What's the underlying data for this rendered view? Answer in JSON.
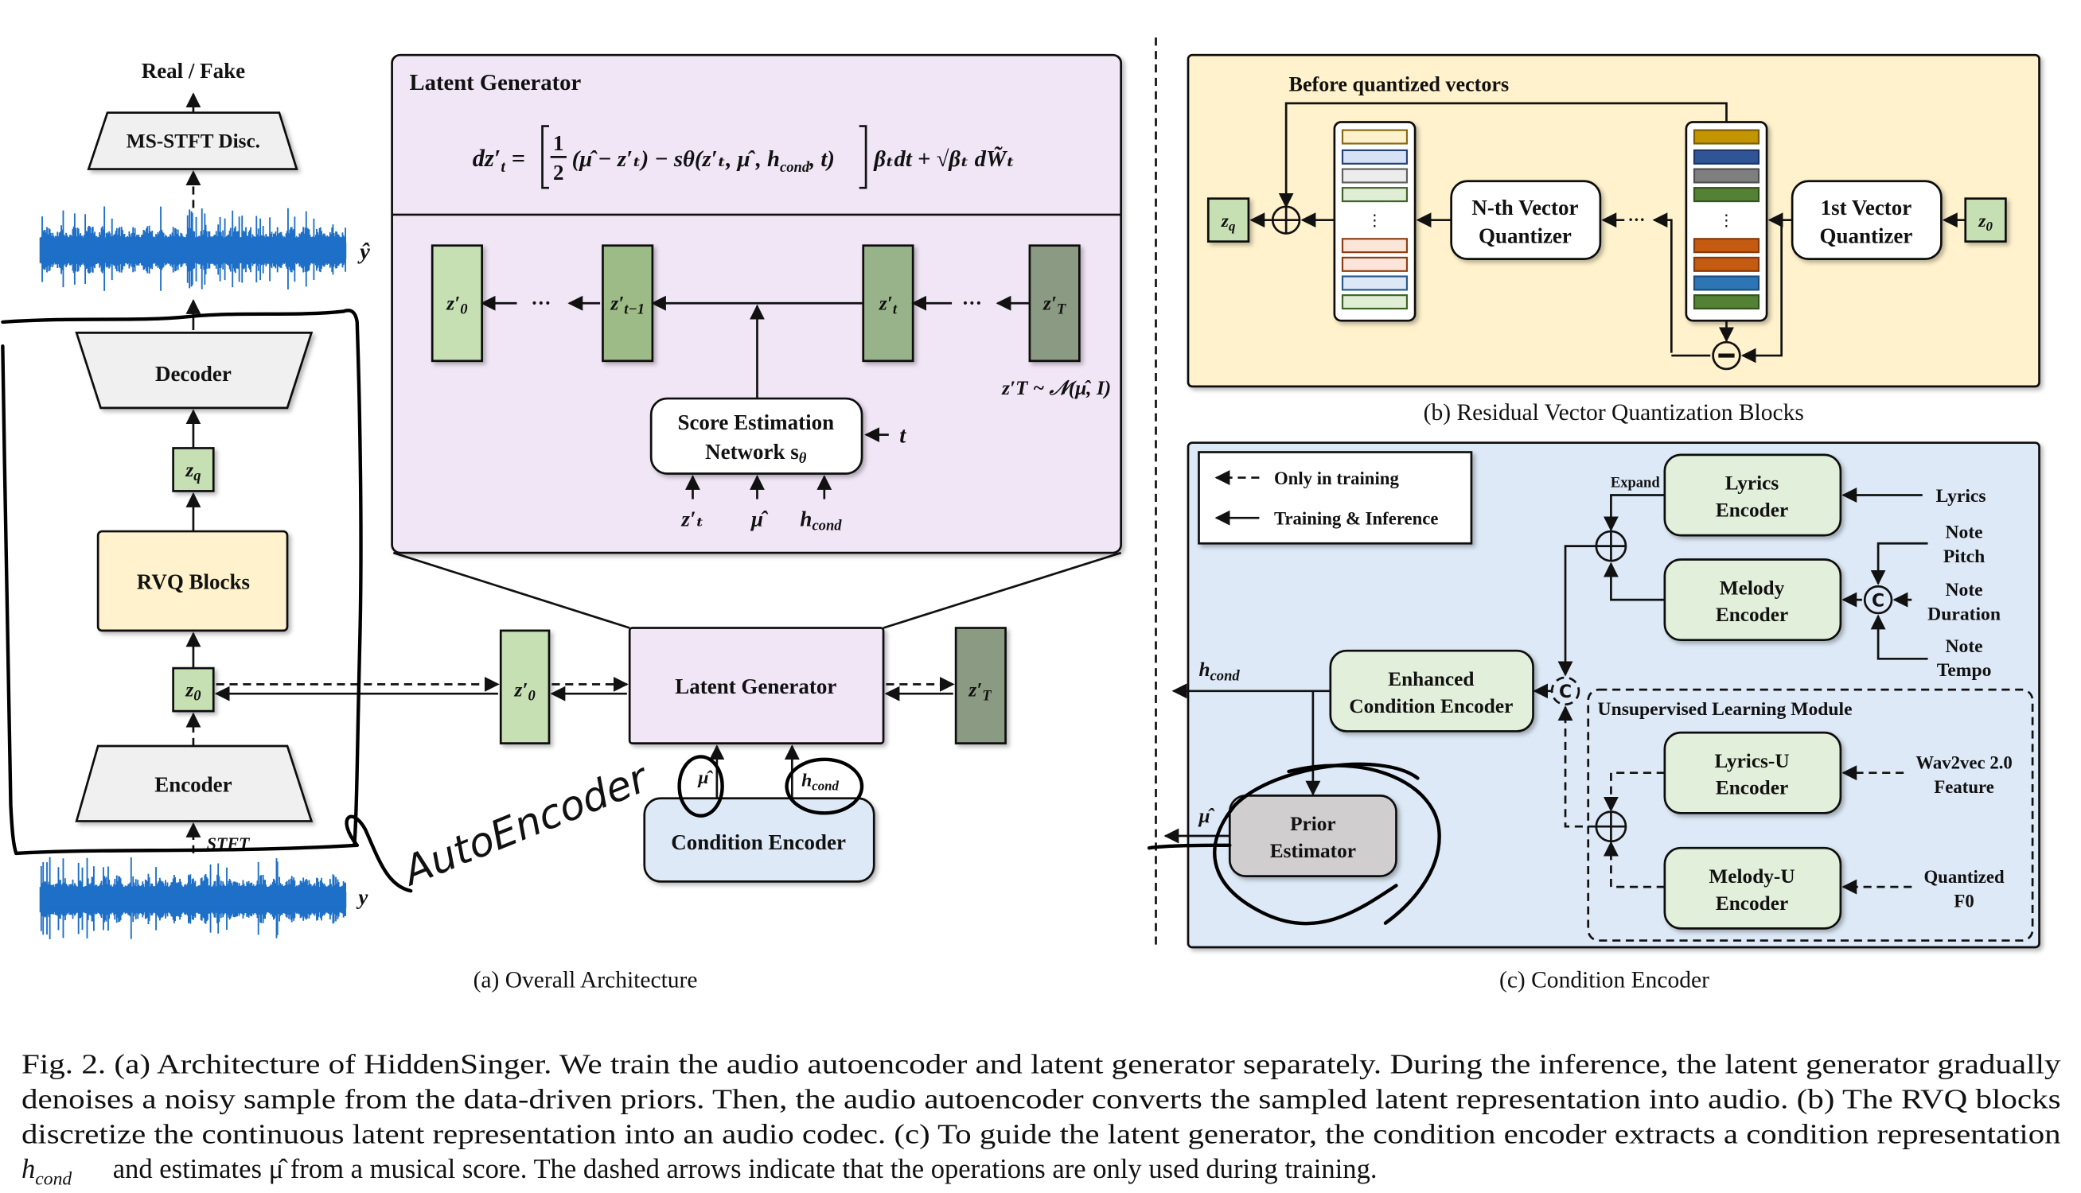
{
  "figure": {
    "panel_a": {
      "caption": "(a) Overall Architecture",
      "real_fake": "Real / Fake",
      "disc_label": "MS-STFT Disc.",
      "decoder_label": "Decoder",
      "rvq_label": "RVQ Blocks",
      "encoder_label": "Encoder",
      "stft_label": "STFT",
      "y_hat": "ŷ",
      "y": "y",
      "zq": "z",
      "zq_sub": "q",
      "z0": "z",
      "z0_sub": "0",
      "z0p": "z′",
      "z0p_sub": "0",
      "zTp": "z′",
      "zTp_sub": "T",
      "latent_gen_small": "Latent Generator",
      "cond_enc_label": "Condition Encoder",
      "mu_hat": "μ̂",
      "hcond": "h",
      "hcond_sub": "cond",
      "handwritten_note": "AutoEncoder",
      "latent_generator_panel": {
        "title": "Latent Generator",
        "equation": "dz′ₜ = [ ½(μ̂ − z′ₜ) − sθ(z′ₜ, μ̂, h_cond, t) ] βₜdt + √βₜ dW̃ₜ",
        "eq_lhs": "dz′",
        "eq_lhs_sub": "t",
        "eq_body": "(μ̂ − z′ₜ) − sθ(z′ₜ, μ̂ , h",
        "eq_cond": "cond",
        "eq_tail": ", t)",
        "eq_rhs": "βₜdt + √βₜ dW̃ₜ",
        "chain": [
          {
            "label": "z′",
            "sub": "0",
            "color": "#c6e0b4"
          },
          {
            "label": "z′",
            "sub": "t−1",
            "color": "#9dbb86"
          },
          {
            "label": "z′",
            "sub": "t",
            "color": "#98b389"
          },
          {
            "label": "z′",
            "sub": "T",
            "color": "#8b9a82"
          }
        ],
        "ellipsis": "···",
        "prior_note": "z′T ~ 𝒩(μ̂, I)",
        "score_net_line1": "Score Estimation",
        "score_net_line2": "Network s",
        "score_net_sub": "θ",
        "t_input": "t",
        "inputs": [
          "z′ₜ",
          "μ̂",
          "h"
        ],
        "inputs_cond_sub": "cond"
      }
    },
    "panel_b": {
      "caption": "(b) Residual Vector Quantization Blocks",
      "before_label": "Before quantized vectors",
      "nth_vq_line1": "N-th Vector",
      "nth_vq_line2": "Quantizer",
      "first_vq_line1": "1st Vector",
      "first_vq_line2": "Quantizer",
      "zq": "z",
      "zq_sub": "q",
      "z0": "z",
      "z0_sub": "0",
      "ellipsis": "···",
      "codebook_light": [
        {
          "fill": "#fdf0cc",
          "stroke": "#8a6a10"
        },
        {
          "fill": "#d6e2f3",
          "stroke": "#24427a"
        },
        {
          "fill": "#ececec",
          "stroke": "#606060"
        },
        {
          "fill": "#e0eed6",
          "stroke": "#3f6428"
        },
        {
          "fill": "#fbe5d9",
          "stroke": "#8c3f12"
        },
        {
          "fill": "#fbe5d9",
          "stroke": "#8c3f12"
        },
        {
          "fill": "#dce8f6",
          "stroke": "#285a8c"
        },
        {
          "fill": "#e0eed6",
          "stroke": "#3f6428"
        }
      ],
      "codebook_dark": [
        {
          "fill": "#c39500",
          "stroke": "#7c5e00"
        },
        {
          "fill": "#2f5597",
          "stroke": "#1c3566"
        },
        {
          "fill": "#7f7f7f",
          "stroke": "#505050"
        },
        {
          "fill": "#548235",
          "stroke": "#35521f"
        },
        {
          "fill": "#c55a11",
          "stroke": "#843b0b"
        },
        {
          "fill": "#c55a11",
          "stroke": "#843b0b"
        },
        {
          "fill": "#2e75b6",
          "stroke": "#1d4e7b"
        },
        {
          "fill": "#548235",
          "stroke": "#35521f"
        }
      ]
    },
    "panel_c": {
      "caption": "(c) Condition Encoder",
      "legend_dashed": "Only in training",
      "legend_solid": "Training & Inference",
      "expand": "Expand",
      "lyrics_encoder": [
        "Lyrics",
        "Encoder"
      ],
      "melody_encoder": [
        "Melody",
        "Encoder"
      ],
      "enhanced_encoder": [
        "Enhanced",
        "Condition Encoder"
      ],
      "prior_estimator": [
        "Prior",
        "Estimator"
      ],
      "lyrics_u_encoder": [
        "Lyrics-U",
        "Encoder"
      ],
      "melody_u_encoder": [
        "Melody-U",
        "Encoder"
      ],
      "unsupervised_title": "Unsupervised Learning Module",
      "input_lyrics": "Lyrics",
      "input_note_pitch": [
        "Note",
        "Pitch"
      ],
      "input_note_duration": [
        "Note",
        "Duration"
      ],
      "input_note_tempo": [
        "Note",
        "Tempo"
      ],
      "input_wav2vec": [
        "Wav2vec 2.0",
        "Feature"
      ],
      "input_f0": [
        "Quantized",
        "F0"
      ],
      "concat_symbol": "C",
      "hcond": "h",
      "hcond_sub": "cond",
      "mu_hat": "μ̂"
    },
    "colors": {
      "latent_gen_bg": "#f1e6f6",
      "rvq_bg": "#fff2cc",
      "cond_bg": "#dde9f6",
      "module_green": "#e2efda",
      "prior_gray": "#d0cece",
      "trapezoid_gray": "#f0f0f0",
      "latent_green": "#c6e0b4",
      "waveform_blue": "#1e6fc7"
    },
    "caption_lines": [
      "Fig. 2.  (a) Architecture of HiddenSinger. We train the audio autoencoder and latent generator separately. During the inference, the latent generator gradually",
      "denoises a noisy sample from the data-driven priors. Then, the audio autoencoder converts the sampled latent representation into audio. (b) The RVQ blocks",
      "discretize the continuous latent representation into an audio codec. (c) To guide the latent generator, the condition encoder extracts a condition representation",
      "and estimates μ̂ from a musical score. The dashed arrows indicate that the operations are only used during training."
    ],
    "caption_hcond": "h",
    "caption_hcond_sub": "cond"
  }
}
